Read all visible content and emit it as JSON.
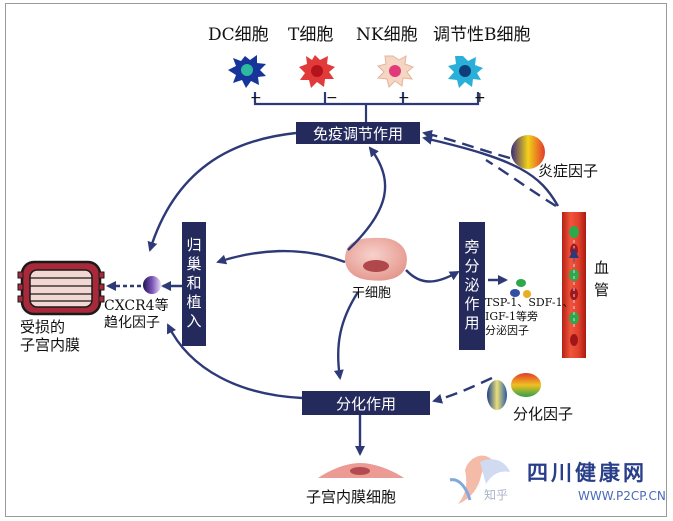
{
  "cells_top": {
    "dc": {
      "label": "DC细胞",
      "sign": "−"
    },
    "t": {
      "label": "T细胞",
      "sign": "−"
    },
    "nk": {
      "label": "NK细胞",
      "sign": "−"
    },
    "b": {
      "label": "调节性B细胞",
      "sign": "+"
    }
  },
  "boxes": {
    "immune": "免疫调节作用",
    "homing": "归巢和植入",
    "paracrine": "旁分泌作用",
    "differentiation": "分化作用"
  },
  "labels": {
    "stem_cell": "干细胞",
    "damaged_tissue": "受损的\n子宫内膜",
    "cxcr4": "CXCR4等\n趋化因子",
    "inflammatory": "炎症因子",
    "blood_vessel": "血\n管",
    "paracrine_factors": "TSP-1、SDF-1、\nIGF-1等旁\n分泌因子",
    "diff_factors": "分化因子",
    "endometrial_cell": "子宫内膜细胞"
  },
  "watermark": {
    "brand": "四川健康网",
    "site": "WWW.P2CP.CN",
    "zhihu": "知乎"
  },
  "colors": {
    "box_bg": "#242a5c",
    "arrow": "#2e3a78",
    "vessel": "#e0402c"
  }
}
